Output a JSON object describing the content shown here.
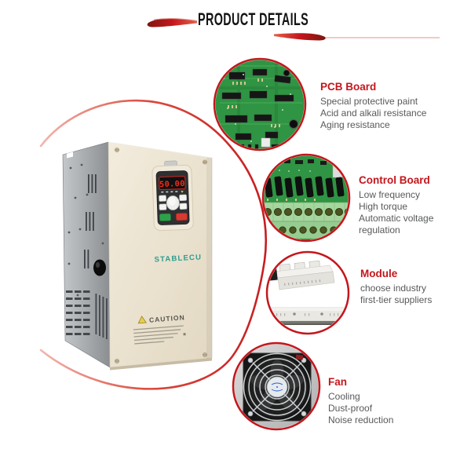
{
  "header": {
    "title": "PRODUCT DETAILS"
  },
  "product": {
    "brand": "STABLECU",
    "display_value": "50.00",
    "caution_title": "CAUTION"
  },
  "sections": [
    {
      "id": "pcb-board",
      "title": "PCB Board",
      "lines": [
        "Special protective paint",
        "Acid and alkali resistance",
        "Aging resistance"
      ]
    },
    {
      "id": "control-board",
      "title": "Control Board",
      "lines": [
        "Low frequency",
        "High torque",
        "Automatic voltage regulation"
      ]
    },
    {
      "id": "module",
      "title": "Module",
      "lines": [
        "choose industry",
        "first-tier suppliers"
      ]
    },
    {
      "id": "fan",
      "title": "Fan",
      "lines": [
        "Cooling",
        "Dust-proof",
        "Noise reduction"
      ]
    }
  ],
  "colors": {
    "accent_red": "#C4161C",
    "heading_red": "#C4161C",
    "body_text": "#58595B",
    "pcb_green": "#2F9443",
    "display_red": "#FF2A1A",
    "brand_teal": "#2A9D8F",
    "front_panel_beige": "#EDE5D3",
    "side_panel_gray": "#A8ABAD"
  }
}
